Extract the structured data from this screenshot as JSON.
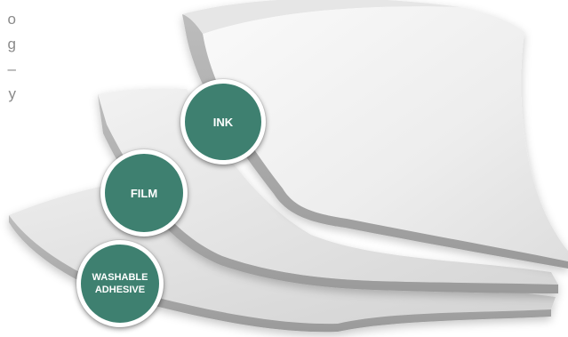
{
  "side_text": [
    "o",
    "g",
    "–",
    "y"
  ],
  "layers": [
    {
      "label": "INK",
      "color": "#3e8070"
    },
    {
      "label": "FILM",
      "color": "#3e8070"
    },
    {
      "label_lines": [
        "WASHABLE",
        "ADHESIVE"
      ],
      "color": "#3e8070"
    }
  ]
}
